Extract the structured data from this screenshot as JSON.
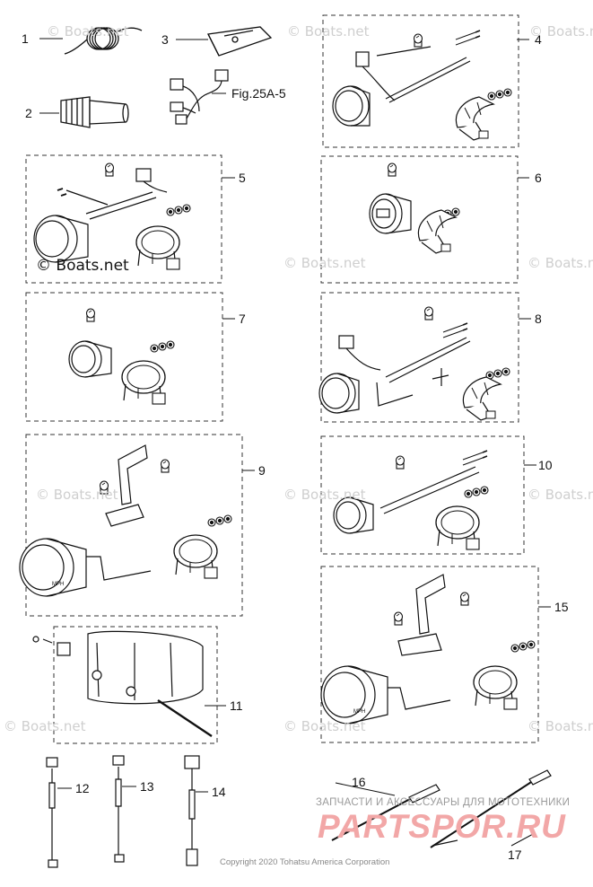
{
  "callouts": [
    {
      "id": "1",
      "label": "1"
    },
    {
      "id": "2",
      "label": "2"
    },
    {
      "id": "3",
      "label": "3"
    },
    {
      "id": "4",
      "label": "4"
    },
    {
      "id": "5",
      "label": "5"
    },
    {
      "id": "6",
      "label": "6"
    },
    {
      "id": "7",
      "label": "7"
    },
    {
      "id": "8",
      "label": "8"
    },
    {
      "id": "9",
      "label": "9"
    },
    {
      "id": "10",
      "label": "10"
    },
    {
      "id": "11",
      "label": "11"
    },
    {
      "id": "12",
      "label": "12"
    },
    {
      "id": "13",
      "label": "13"
    },
    {
      "id": "14",
      "label": "14"
    },
    {
      "id": "15",
      "label": "15"
    },
    {
      "id": "16",
      "label": "16"
    },
    {
      "id": "17",
      "label": "17"
    }
  ],
  "figure_ref": "Fig.25A-5",
  "gauge_unit": "MPH",
  "watermark": "© Boats.net",
  "watermark_prominent": "© Boats.net",
  "ru_caption": "ЗАПЧАСТИ И АКСЕССУАРЫ ДЛЯ МОТОТЕХНИКИ",
  "ru_brand": "PARTSPOR.RU",
  "copyright": "Copyright 2020 Tohatsu America Corporation"
}
